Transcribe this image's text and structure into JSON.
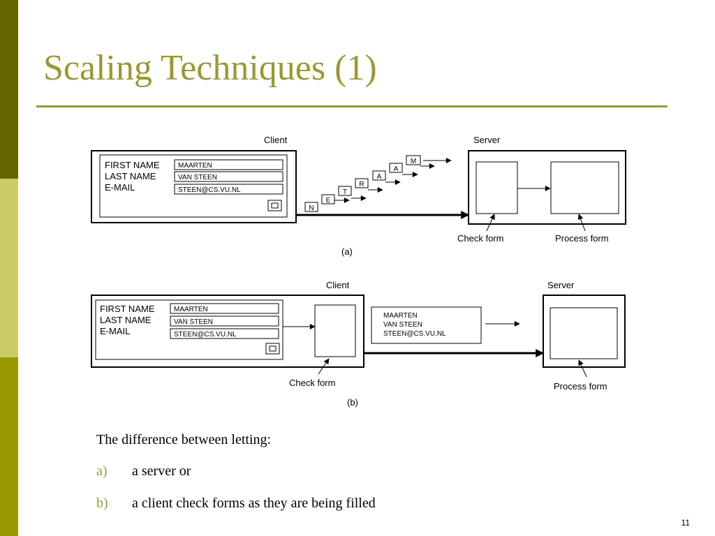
{
  "slide": {
    "title": "Scaling Techniques (1)",
    "page_number": "11",
    "colors": {
      "accent": "#999933",
      "sidebar_dark": "#666600",
      "sidebar_mid": "#999900",
      "sidebar_light": "#cccc66"
    }
  },
  "diagram_a": {
    "client_label": "Client",
    "server_label": "Server",
    "fields": [
      "FIRST NAME",
      "LAST NAME",
      "E-MAIL"
    ],
    "values": [
      "MAARTEN",
      "VAN STEEN",
      "STEEN@CS.VU.NL"
    ],
    "letters": [
      "N",
      "E",
      "T",
      "R",
      "A",
      "A",
      "M"
    ],
    "check_form_label": "Check form",
    "process_form_label": "Process form",
    "caption": "(a)"
  },
  "diagram_b": {
    "client_label": "Client",
    "server_label": "Server",
    "fields": [
      "FIRST NAME",
      "LAST NAME",
      "E-MAIL"
    ],
    "values": [
      "MAARTEN",
      "VAN STEEN",
      "STEEN@CS.VU.NL"
    ],
    "message_lines": [
      "MAARTEN",
      "VAN STEEN",
      "STEEN@CS.VU.NL"
    ],
    "check_form_label": "Check form",
    "process_form_label": "Process form",
    "caption": "(b)"
  },
  "body": {
    "intro": "The difference between letting:",
    "items": [
      {
        "marker": "a)",
        "text": "a server or"
      },
      {
        "marker": "b)",
        "text": "a client check forms as they are being filled"
      }
    ]
  }
}
